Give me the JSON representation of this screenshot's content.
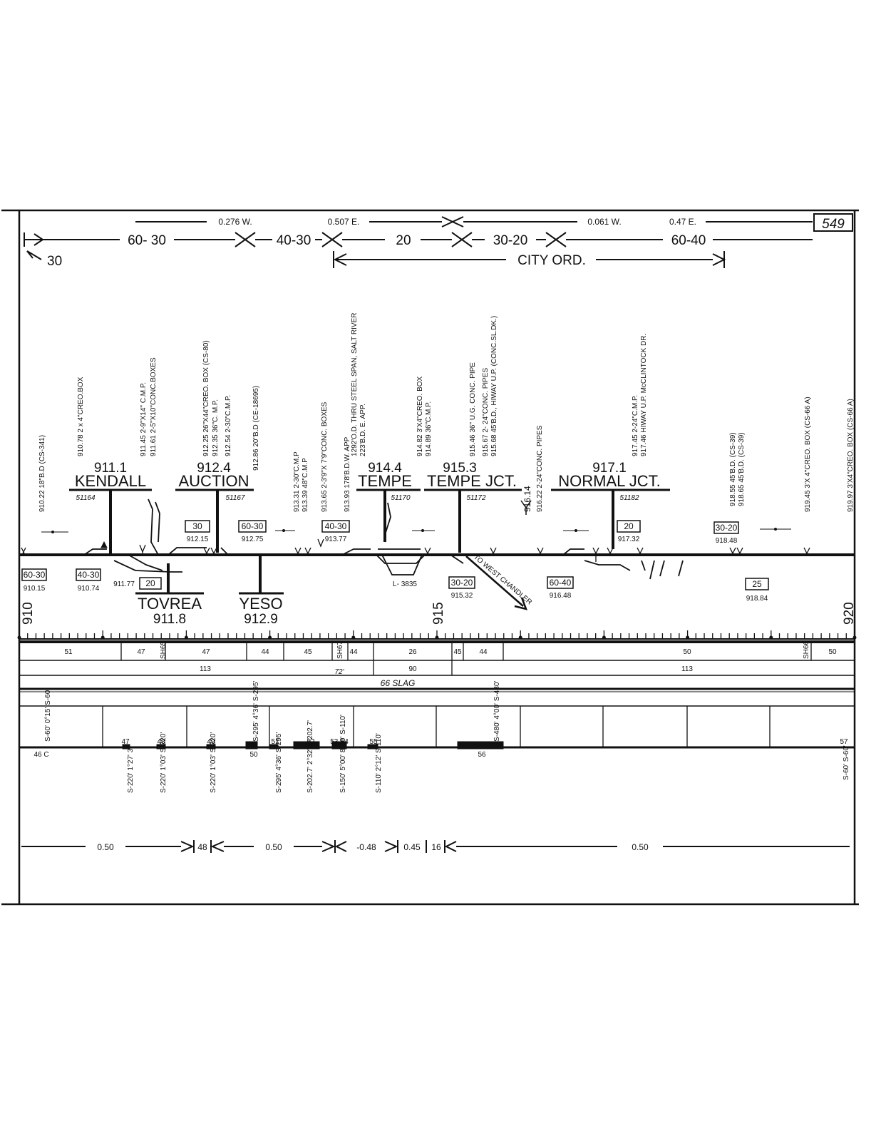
{
  "sheet_number": "549",
  "speed_rows": {
    "segments": [
      "60- 30",
      "40-30",
      "20",
      "30-20",
      "60-40"
    ],
    "notes": [
      "0.276 W.",
      "0.507 E.",
      "0.061 W.",
      "0.47 E."
    ],
    "start": "30",
    "city_ord": "CITY ORD."
  },
  "stations": [
    {
      "mp": "911.1",
      "name": "KENDALL",
      "code": "51164"
    },
    {
      "mp": "912.4",
      "name": "AUCTION",
      "code": "51167"
    },
    {
      "mp": "914.4",
      "name": "TEMPE",
      "code": "51170"
    },
    {
      "mp": "915.3",
      "name": "TEMPE JCT.",
      "code": "51172"
    },
    {
      "mp": "917.1",
      "name": "NORMAL JCT.",
      "code": "51182"
    }
  ],
  "lower_stations": [
    {
      "name": "TOVREA",
      "mp": "911.8"
    },
    {
      "name": "YESO",
      "mp": "912.9"
    }
  ],
  "structures": [
    "910.22 18\"B.D (CS-341)",
    "910.78 2 x 4\"CREO.BOX",
    "911.45 2-9\"X14\" C.M.P.",
    "911.61 2-5\"X10\"CONC.BOXES",
    "912.25 26\"X44\"CREO. BOX (CS-80)",
    "912.35 36\"C. M.P.",
    "912.54 2-30\"C.M.P.",
    "912.86 20\"B.D (CE-18695)",
    "913.31 2-30\"C.M.P",
    "913.39 48\"C.M.P",
    "913.65 2-3'9\"X 7'9\"CONC. BOXES",
    "913.93 178'B.D.W. APP",
    "1292'O.D. THRU STEEL SPAN, SALT RIVER",
    "223'B.D. E. APP.",
    "914.82 3'X4\"CREO. BOX",
    "914.89 36\"C.M.P.",
    "915.46 36\" U.G. CONC. PIPE",
    "915.67 2- 24\"CONC. PIPES",
    "915.68 45'B.D., HIWAY U.P. (CONC.SL.DK.)",
    "916.14",
    "916.22 2-24\"CONC. PIPES",
    "917.45 2-24\"C.M.P.",
    "917.46 HIWAY U.P. McCLINTOCK DR.",
    "918.55 45'B.D. (CS-39)",
    "918.65 45'B.D. (CS-39)",
    "919.45 3'X 4\"CREO. BOX (CS-66 A)",
    "919.97 3'X4\"CREO. BOX (CS-66 A)"
  ],
  "signals_upper": [
    {
      "aspect": "30",
      "mp": "912.15"
    },
    {
      "aspect": "60-30",
      "mp": "912.75"
    },
    {
      "aspect": "40-30",
      "mp": "913.77"
    },
    {
      "aspect": "20",
      "mp": "917.32"
    },
    {
      "aspect": "30-20",
      "mp": "918.48"
    }
  ],
  "signals_lower": [
    {
      "aspect": "60-30",
      "mp": "910.15"
    },
    {
      "aspect": "40-30",
      "mp": "910.74"
    },
    {
      "aspect": "20",
      "mp": "911.77"
    },
    {
      "aspect": "30-20",
      "mp": "915.32"
    },
    {
      "aspect": "60-40",
      "mp": "916.48"
    },
    {
      "aspect": "25",
      "mp": "918.84"
    }
  ],
  "branch_label": "TO WEST CHANDLER",
  "bridge_label": "L- 3835",
  "scale_labels": [
    "910",
    "915",
    "920"
  ],
  "rail_row": {
    "cells": [
      "51",
      "47",
      "SH65",
      "47",
      "44",
      "45",
      "SH67",
      "44",
      "26",
      "45",
      "44",
      "50",
      "SH66",
      "50"
    ],
    "row2": [
      "113",
      "90",
      "113"
    ],
    "row2_note": "72'",
    "ballast": "66  SLAG"
  },
  "curves": {
    "numbers": [
      "47",
      "48",
      "49",
      "50",
      "51",
      "52",
      "53-54",
      "55",
      "56"
    ],
    "start_num": "46 C",
    "end_num": "57",
    "details": [
      "S-60' 0°15' S-60'",
      "S-220' 1°27' 3",
      "S-220' 1°03' S-220'",
      "S-220' 1°03' S-220'",
      "S-295' 4°36' S-295'",
      "S-295' 4°36' S-295'",
      "S-202.7' 2°32' S-202.7'",
      "S-150' 5°00' 8°30' S-110'",
      "S-110' 2°12' S-110'",
      "S-480' 4°00' S-480'",
      "S-60' S-60'"
    ]
  },
  "intervals": [
    "0.50",
    "48",
    "0.50",
    "-0.48",
    "0.45",
    "16",
    "0.50"
  ]
}
